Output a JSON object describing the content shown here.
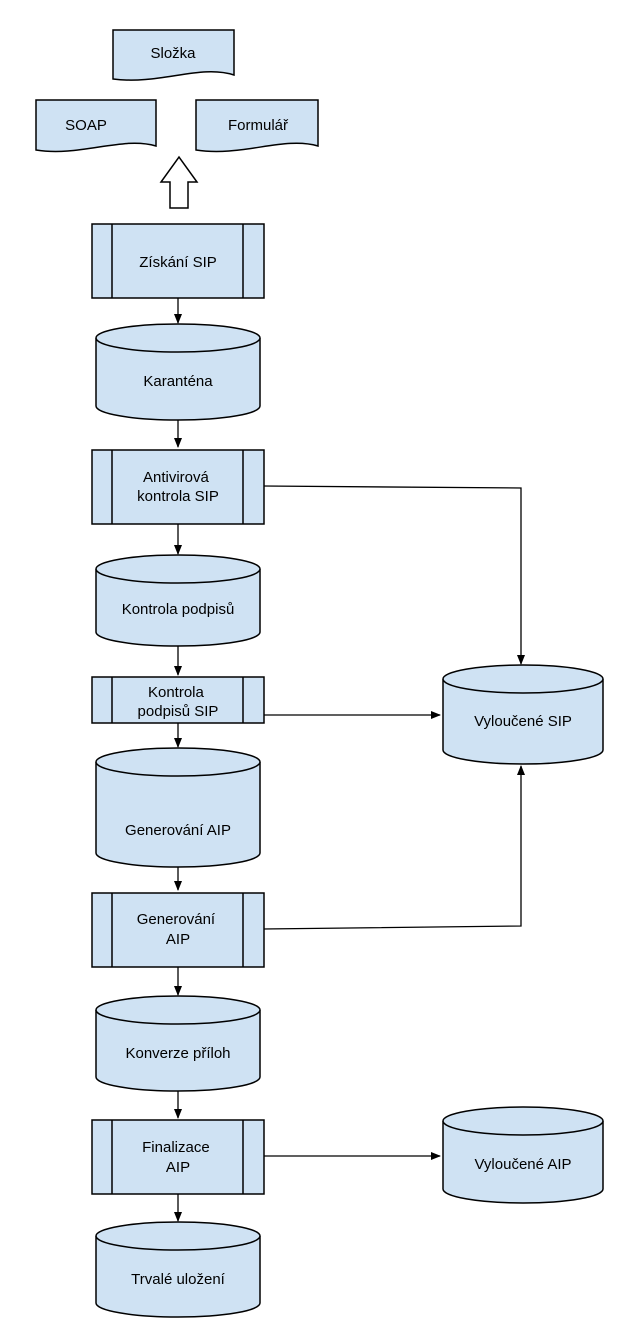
{
  "inputs": {
    "folder": "Složka",
    "soap": "SOAP",
    "form": "Formulář"
  },
  "steps": {
    "get_sip": [
      "Získání SIP"
    ],
    "quarantine": [
      "Karanténa"
    ],
    "antivirus_check": [
      "Antivirová",
      "kontrola SIP"
    ],
    "signature_store": [
      "Kontrola podpisů"
    ],
    "signature_check": [
      "Kontrola",
      "podpisů  SIP"
    ],
    "aip_store": [
      "Generování AIP"
    ],
    "aip_generate": [
      "Generování",
      "AIP"
    ],
    "attachment_conversion": [
      "Konverze příloh"
    ],
    "aip_finalize": [
      "Finalizace",
      "AIP"
    ],
    "permanent_storage": [
      "Trvalé uložení"
    ]
  },
  "outputs": {
    "excluded_sip": [
      "Vyloučené SIP"
    ],
    "excluded_aip": [
      "Vyloučené AIP"
    ]
  },
  "colors": {
    "fill": "#cfe2f3",
    "stroke": "#000000"
  }
}
